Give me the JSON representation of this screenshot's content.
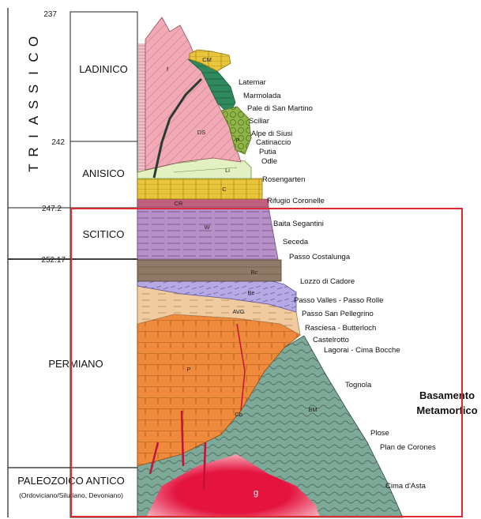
{
  "era_label": "TRIASSICO",
  "ages": [
    "237",
    "242",
    "247.2",
    "252.17"
  ],
  "periods": {
    "ladinico": "LADINICO",
    "anisico": "ANISICO",
    "scitico": "SCITICO",
    "permiano": "PERMIANO",
    "paleozoico": "PALEOZOICO ANTICO",
    "paleozoico_sub": "(Ordoviciano/Siluriano, Devoniano)"
  },
  "formation_codes": [
    "CM",
    "f",
    "DS",
    "P",
    "Li",
    "C",
    "CR",
    "W",
    "Bc",
    "Be",
    "AVG",
    "P",
    "BM",
    "Cb",
    "g"
  ],
  "localities": [
    "Latemar",
    "Marmolada",
    "Pale di San Martino",
    "Sciliar",
    "Alpe di Siusi",
    "Catinaccio",
    "Putia",
    "Odle",
    "Rosengarten",
    "Rifugio Coronelle",
    "Baita Segantini",
    "Seceda",
    "Passo Costalunga",
    "Lozzo di Cadore",
    "Passo Valles - Passo Rolle",
    "Passo San Pellegrino",
    "Rasciesa - Butterloch",
    "Castelrotto",
    "Lagorai - Cima Bocche",
    "Tognola",
    "Plose",
    "Plan de Corones",
    "Cima d'Asta"
  ],
  "basamento": [
    "Basamento",
    "Metamorfico"
  ],
  "colors": {
    "pink_dolomite": "#f1a9b5",
    "green_volcanic": "#2e8a5e",
    "olive_green": "#8fb447",
    "yellow": "#e8c53a",
    "purple_werfen": "#b790c7",
    "brown_bellerophon": "#8e7a66",
    "lavender": "#b7a9e3",
    "sand_avg": "#f1cba0",
    "orange_porphyry": "#ef8a3c",
    "teal_basement": "#7ea897",
    "granite_red": "#e4143f",
    "highlight_box": "#e0292e"
  }
}
